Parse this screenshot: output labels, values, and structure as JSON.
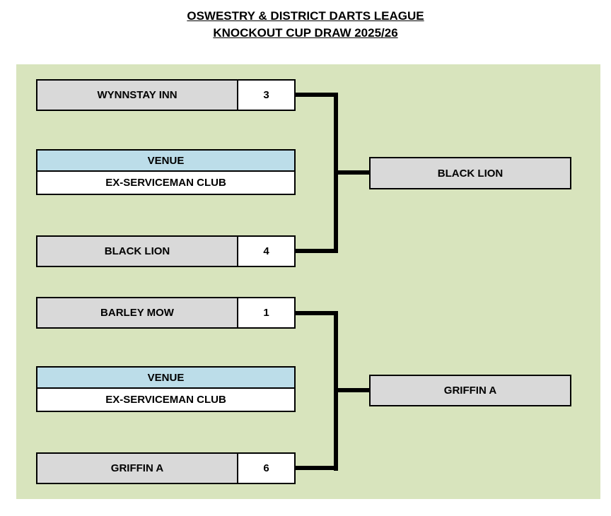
{
  "title": {
    "line1": "OSWESTRY & DISTRICT DARTS LEAGUE",
    "line2": "KNOCKOUT CUP DRAW 2025/26"
  },
  "venue_label": "VENUE",
  "colors": {
    "panel_bg": "#d8e4bd",
    "team_bg": "#d9d9d9",
    "venue_bg": "#bcdde9",
    "score_bg": "#ffffff",
    "connector": "#000000"
  },
  "matches": [
    {
      "team1": "WYNNSTAY INN",
      "score1": "3",
      "venue": "EX-SERVICEMAN CLUB",
      "team2": "BLACK LION",
      "score2": "4",
      "winner": "BLACK LION"
    },
    {
      "team1": "BARLEY MOW",
      "score1": "1",
      "venue": "EX-SERVICEMAN CLUB",
      "team2": "GRIFFIN A",
      "score2": "6",
      "winner": "GRIFFIN A"
    }
  ]
}
